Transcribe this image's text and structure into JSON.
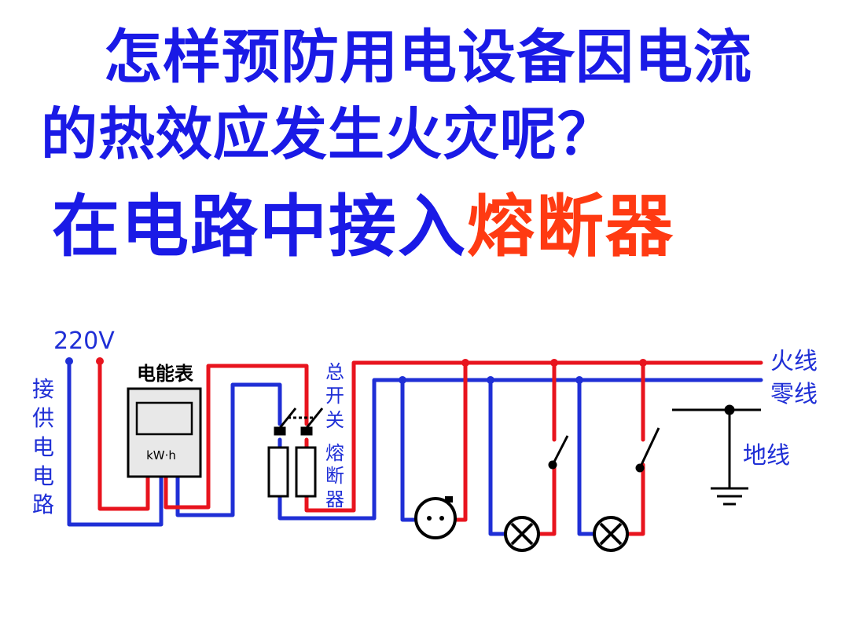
{
  "title": {
    "line1": "怎样预防用电设备因电流",
    "line2": "的热效应发生火灾呢？",
    "answer_prefix": "在电路中接入",
    "answer_highlight": "熔断器"
  },
  "diagram": {
    "voltage_label": "220V",
    "supply_label": [
      "接",
      "供",
      "电",
      "电",
      "路"
    ],
    "meter_label": "电能表",
    "meter_unit": "kW·h",
    "main_switch_label": [
      "总",
      "开",
      "关"
    ],
    "fuse_label": [
      "熔",
      "断",
      "器"
    ],
    "live_wire_label": "火线",
    "neutral_wire_label": "零线",
    "ground_wire_label": "地线"
  },
  "colors": {
    "title_blue": "#1a1ae6",
    "highlight_red": "#ff3a12",
    "live_wire": "#e8141e",
    "neutral_wire": "#1f2fd6"
  }
}
